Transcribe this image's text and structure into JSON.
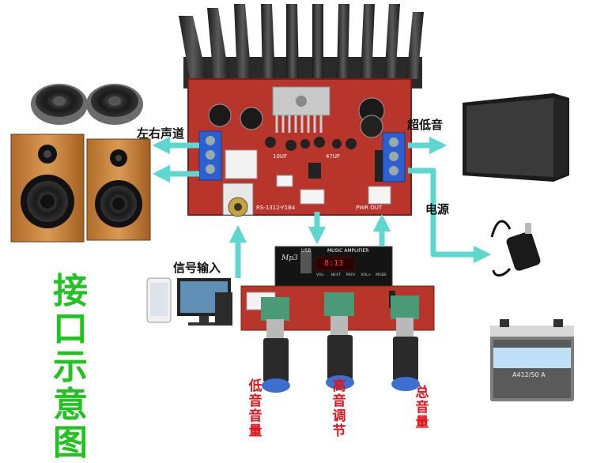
{
  "labels": {
    "left_right_channel": "左右声道",
    "subwoofer": "超低音",
    "power": "电源",
    "signal_input": "信号输入",
    "interface_diagram": "接口示意图",
    "bass_volume": "低音音量",
    "treble_adjust": "高音调节",
    "master_volume": "总音量"
  },
  "board_marks": {
    "cap_a": "10UF",
    "cap_b": "47UF",
    "model": "RS-1312-Y1B4",
    "pwr_out": "PWR OUT"
  },
  "module": {
    "title": "MUSIC AMPLIFIER",
    "usb": "USB",
    "logo": "Mp3",
    "display": "8:13",
    "buttons": [
      "VOL-",
      "NEXT",
      "PREV",
      "VOL+",
      "MODE"
    ]
  },
  "battery": {
    "model": "A412/50 A"
  },
  "colors": {
    "arrow": "#5ed7d0",
    "label_red": "#e0141c",
    "label_green": "#22c222",
    "board_red": "#b8352c"
  },
  "icons": [
    "bookshelf-speakers",
    "woofer-drivers",
    "subwoofer-cabinet",
    "power-adapter",
    "phone-and-monitor",
    "battery",
    "heatsink"
  ]
}
